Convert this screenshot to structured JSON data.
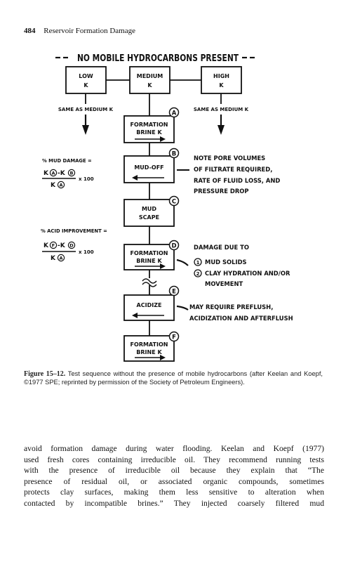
{
  "header": {
    "page_number": "484",
    "running_title": "Reservoir Formation Damage"
  },
  "diagram": {
    "title": "NO MOBILE HYDROCARBONS PRESENT",
    "top_boxes": [
      {
        "line1": "LOW",
        "line2": "K"
      },
      {
        "line1": "MEDIUM",
        "line2": "K"
      },
      {
        "line1": "HIGH",
        "line2": "K"
      }
    ],
    "same_as_left": "SAME AS MEDIUM K",
    "same_as_right": "SAME AS MEDIUM K",
    "steps": [
      {
        "id": "A",
        "line1": "FORMATION",
        "line2": "BRINE K"
      },
      {
        "id": "B",
        "line1": "MUD-OFF",
        "line2": ""
      },
      {
        "id": "C",
        "line1": "MUD",
        "line2": "SCAPE"
      },
      {
        "id": "D",
        "line1": "FORMATION",
        "line2": "BRINE K"
      },
      {
        "id": "E",
        "line1": "ACIDIZE",
        "line2": ""
      },
      {
        "id": "F",
        "line1": "FORMATION",
        "line2": "BRINE K"
      }
    ],
    "mud_damage": {
      "label": "% MUD DAMAGE =",
      "num_a": "K",
      "num_b": "A",
      "num_c": "-K",
      "num_d": "B",
      "den_a": "K",
      "den_b": "A",
      "times": "x 100"
    },
    "acid_improvement": {
      "label": "% ACID IMPROVEMENT =",
      "num_a": "K",
      "num_b": "F",
      "num_c": "-K",
      "num_d": "D",
      "den_a": "K",
      "den_b": "A",
      "times": "x 100"
    },
    "note_b": [
      "NOTE PORE VOLUMES",
      "OF FILTRATE REQUIRED,",
      "RATE OF FLUID LOSS, AND",
      "PRESSURE DROP"
    ],
    "note_d": {
      "title": "DAMAGE DUE TO",
      "item1_no": "1",
      "item1": "MUD SOLIDS",
      "item2_no": "2",
      "item2": "CLAY HYDRATION AND/OR",
      "item2b": "MOVEMENT"
    },
    "note_e": [
      "MAY REQUIRE PREFLUSH,",
      "ACIDIZATION AND AFTERFLUSH"
    ]
  },
  "caption": {
    "label": "Figure 15–12.",
    "text": "Test sequence without the presence of mobile hydrocarbons (after Keelan and Koepf, ©1977 SPE; reprinted by permission of the Society of Petroleum Engineers)."
  },
  "body": {
    "lines": [
      "avoid formation damage during water flooding. Keelan and Koepf (1977)",
      "used fresh cores containing irreducible oil. They recommend running tests",
      "with the presence of irreducible oil because they explain that “The",
      "presence of residual oil, or associated organic compounds, sometimes",
      "protects clay surfaces, making them less sensitive to alteration when",
      "contacted by incompatible brines.” They injected coarsely filtered mud"
    ]
  }
}
